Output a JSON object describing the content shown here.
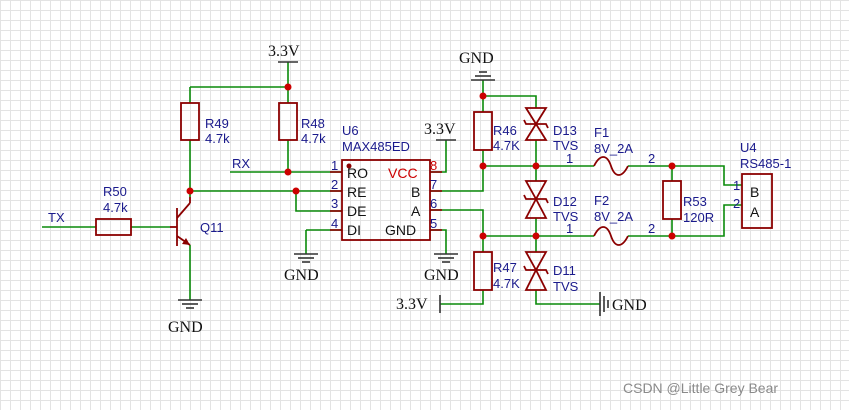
{
  "power": {
    "vcc_top": "3.3V",
    "vcc_mid": "3.3V",
    "vcc_bottom": "3.3V",
    "gnd": "GND"
  },
  "nets": {
    "rx": "RX",
    "tx": "TX"
  },
  "components": {
    "r49": {
      "ref": "R49",
      "value": "4.7k"
    },
    "r48": {
      "ref": "R48",
      "value": "4.7k"
    },
    "r50": {
      "ref": "R50",
      "value": "4.7k"
    },
    "q11": {
      "ref": "Q11"
    },
    "u6": {
      "ref": "U6",
      "part": "MAX485ED",
      "pins_left": [
        {
          "num": "1",
          "name": "RO"
        },
        {
          "num": "2",
          "name": "RE"
        },
        {
          "num": "3",
          "name": "DE"
        },
        {
          "num": "4",
          "name": "DI"
        }
      ],
      "pins_right": [
        {
          "num": "8",
          "name": "VCC"
        },
        {
          "num": "7",
          "name": "B"
        },
        {
          "num": "6",
          "name": "A"
        },
        {
          "num": "5",
          "name": "GND"
        }
      ]
    },
    "r46": {
      "ref": "R46",
      "value": "4.7K"
    },
    "r47": {
      "ref": "R47",
      "value": "4.7K"
    },
    "d13": {
      "ref": "D13",
      "value": "TVS"
    },
    "d12": {
      "ref": "D12",
      "value": "TVS"
    },
    "d11": {
      "ref": "D11",
      "value": "TVS"
    },
    "f1": {
      "ref": "F1",
      "value": "8V_2A",
      "pin1": "1",
      "pin2": "2"
    },
    "f2": {
      "ref": "F2",
      "value": "8V_2A",
      "pin1": "1",
      "pin2": "2"
    },
    "r53": {
      "ref": "R53",
      "value": "120R"
    },
    "u4": {
      "ref": "U4",
      "value": "RS485-1",
      "pins": [
        {
          "num": "1",
          "name": "B"
        },
        {
          "num": "2",
          "name": "A"
        }
      ]
    }
  },
  "watermark": "CSDN @Little Grey Bear",
  "colors": {
    "wire": "#0a8a0a",
    "component": "#8b0000",
    "junction": "#cc0000",
    "label": "#1a1a8c"
  }
}
